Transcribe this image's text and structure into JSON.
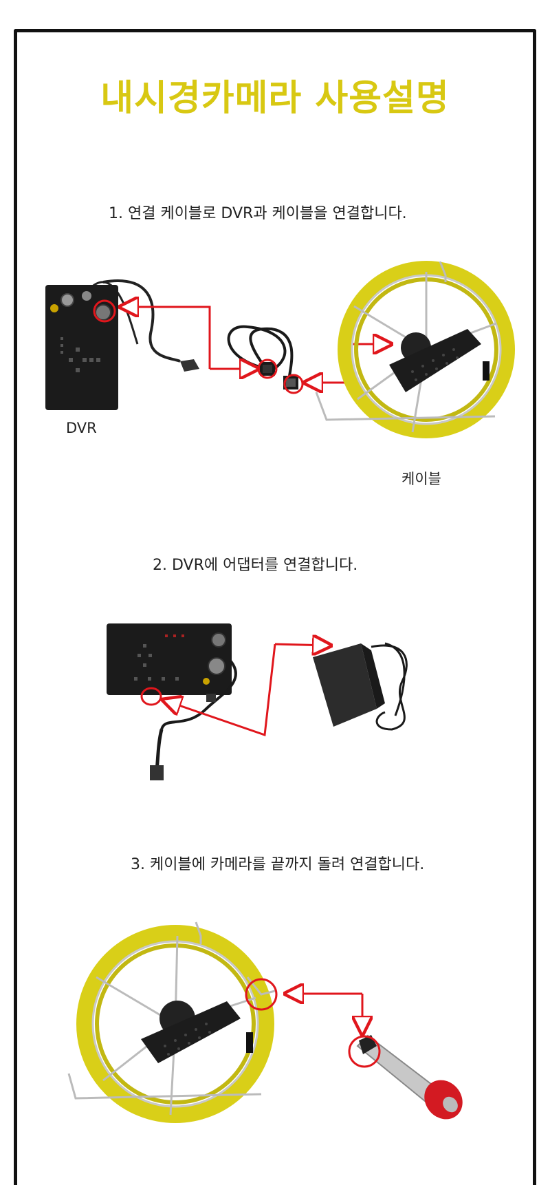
{
  "page": {
    "title": "내시경카메라 사용설명",
    "accent_color": "#d8c812",
    "frame_color": "#111111",
    "marker_color": "#e0161c"
  },
  "steps": [
    {
      "text": "1. 연결 케이블로 DVR과 케이블을 연결합니다.",
      "labels": {
        "dvr": "DVR",
        "cable": "케이블"
      }
    },
    {
      "text": "2. DVR에 어댑터를 연결합니다."
    },
    {
      "text": "3. 케이블에 카메라를 끝까지 돌려 연결합니다."
    }
  ],
  "icons": [
    "dvr-unit-image",
    "cable-reel-image",
    "connection-cable-image",
    "power-adapter-image",
    "camera-head-image",
    "red-arrow-icon",
    "red-circle-marker-icon"
  ]
}
